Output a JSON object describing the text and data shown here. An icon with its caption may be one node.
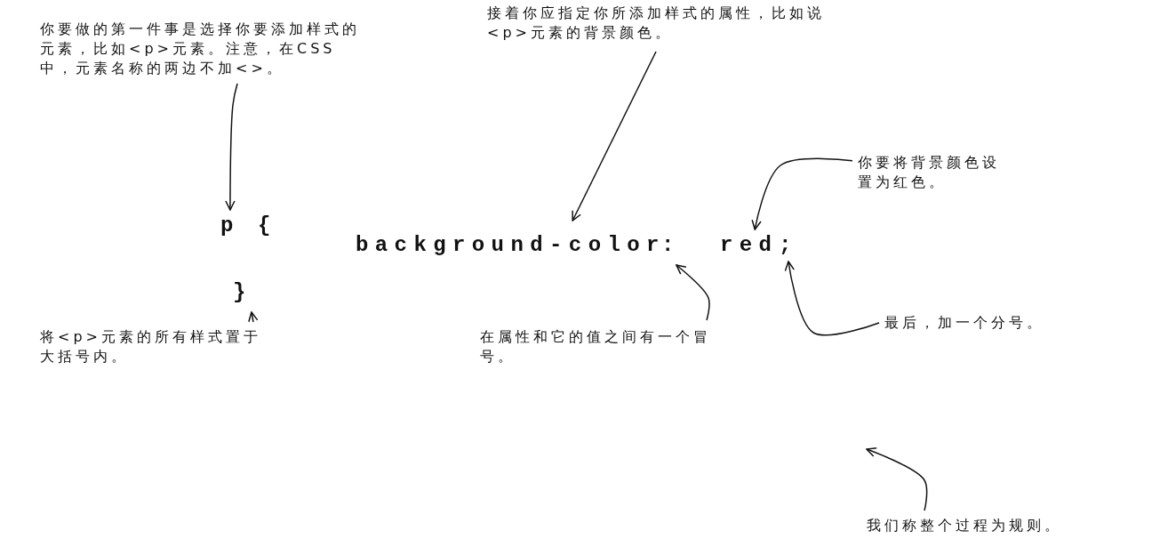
{
  "diagram": {
    "nodes": [
      {
        "text": [
          "你要做的第一件事是选择你要添加样式的元素，比如<p>元素。注意，在CSS中，元素名称的两边不加<>。"
        ]
      },
      {
        "text": [
          "接着你应指定你所添加样式的属性，比如说<p>元素的背景颜色。"
        ]
      },
      {
        "text": [
          "你要将背景颜色设置为红色。"
        ]
      },
      {
        "text": [
          "p"
        ]
      },
      {
        "text": [
          "{"
        ]
      },
      {
        "text": [
          "background-color"
        ]
      },
      {
        "text": [
          ":"
        ]
      },
      {
        "text": [
          "red"
        ]
      },
      {
        "text": [
          ";"
        ]
      },
      {
        "text": [
          "}"
        ]
      },
      {
        "text": [
          "最后，加一个分号。"
        ]
      },
      {
        "text": [
          "将<p>元素的所有样式置于大括号内。"
        ]
      },
      {
        "text": [
          "在属性和它的值之间有一个冒号。"
        ]
      },
      {
        "text": [
          "我们称整个过程为规则。"
        ]
      }
    ],
    "edges": [
      {
        "from": 0,
        "to": 3,
        "arrow": "to"
      },
      {
        "from": 1,
        "to": 5,
        "arrow": "to"
      },
      {
        "from": 2,
        "to": 7,
        "arrow": "to"
      },
      {
        "from": 10,
        "to": 8,
        "arrow": "to"
      },
      {
        "from": 11,
        "to": 9,
        "arrow": "to"
      },
      {
        "from": 12,
        "to": 6,
        "arrow": "to"
      },
      {
        "from": 13,
        "to": null,
        "arrow": "to"
      }
    ]
  }
}
